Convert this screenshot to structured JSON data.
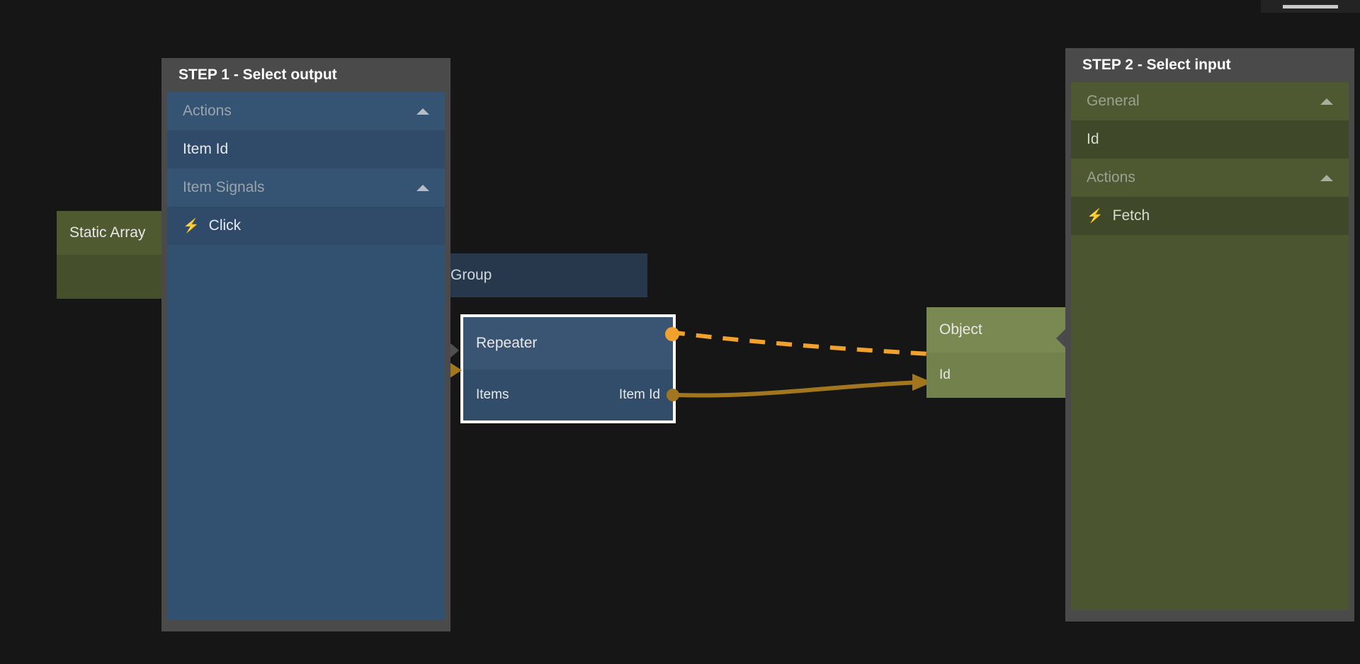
{
  "app": {
    "background_color": "#161616",
    "window_menu_icon": "hamburger-icon"
  },
  "graph": {
    "nodes": [
      {
        "id": "static-array",
        "title": "Static Array",
        "color": "#4d5530",
        "kind": "data-node"
      },
      {
        "id": "group",
        "title": "Group",
        "color": "#27384d",
        "kind": "container-node"
      },
      {
        "id": "repeater",
        "title": "Repeater",
        "color": "#34506e",
        "selected": true,
        "input_port": "Items",
        "output_port": "Item Id"
      },
      {
        "id": "object",
        "title": "Object",
        "color": "#77854f",
        "input_port": "Id"
      }
    ],
    "connections": [
      {
        "id": "signal-wire",
        "from": "repeater.signal-out",
        "to": "object.signal-in",
        "style": "dashed",
        "color": "#f0a12e"
      },
      {
        "id": "data-wire",
        "from": "repeater.Item Id",
        "to": "object.Id",
        "style": "solid",
        "color": "#a1761f"
      }
    ]
  },
  "step1": {
    "header": "STEP 1 - Select output",
    "accent": "#32506f",
    "rows": [
      {
        "label": "Actions",
        "type": "group",
        "collapsed": false,
        "icon": "chevron-up-icon"
      },
      {
        "label": "Item Id",
        "type": "item"
      },
      {
        "label": "Item Signals",
        "type": "group",
        "collapsed": false,
        "icon": "chevron-up-icon"
      },
      {
        "label": "Click",
        "type": "item",
        "icon": "lightning-bolt-icon"
      }
    ]
  },
  "step2": {
    "header": "STEP 2 - Select input",
    "accent": "#4b552f",
    "rows": [
      {
        "label": "General",
        "type": "group",
        "collapsed": false,
        "icon": "chevron-up-icon"
      },
      {
        "label": "Id",
        "type": "item"
      },
      {
        "label": "Actions",
        "type": "group",
        "collapsed": false,
        "icon": "chevron-up-icon"
      },
      {
        "label": "Fetch",
        "type": "item",
        "icon": "lightning-bolt-icon"
      }
    ]
  }
}
